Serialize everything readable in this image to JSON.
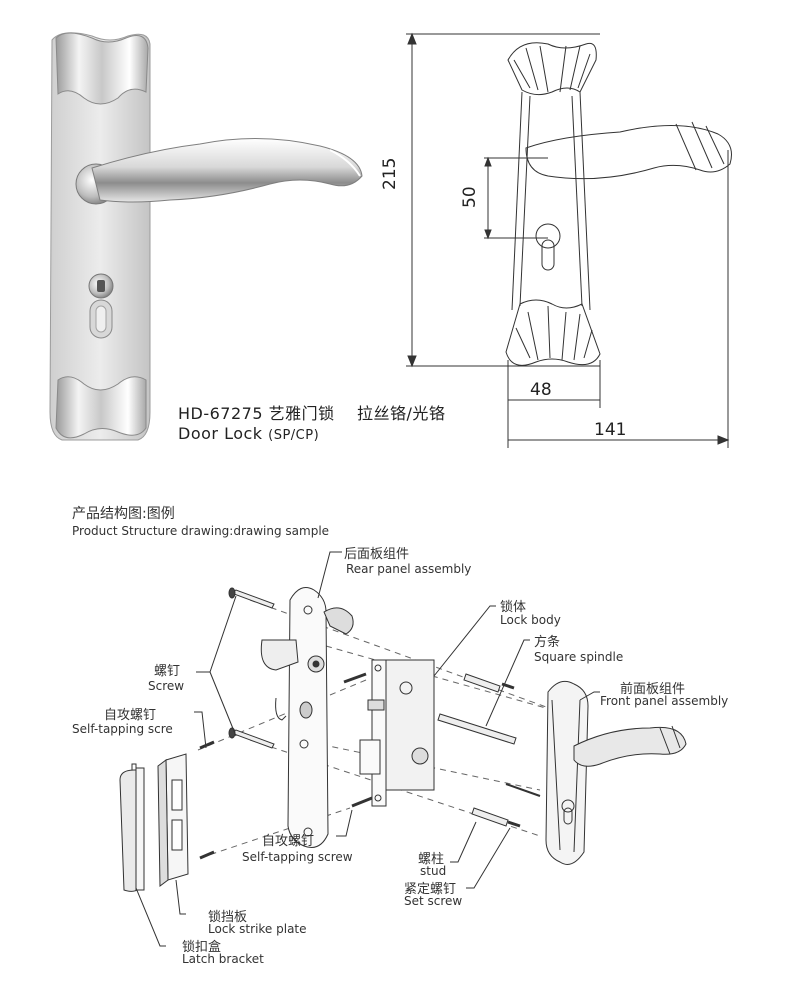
{
  "product": {
    "title_model": "HD-67275",
    "title_cn": "艺雅门锁",
    "title_finish": "拉丝铬/光铬",
    "subtitle": "Door Lock",
    "subtitle_finish": "(SP/CP)"
  },
  "dimensions": {
    "height": "215",
    "handle_offset": "50",
    "plate_width": "48",
    "total_width": "141"
  },
  "structure": {
    "title_cn": "产品结构图:图例",
    "title_en": "Product Structure drawing:drawing sample"
  },
  "parts": {
    "rear_panel": {
      "cn": "后面板组件",
      "en": "Rear panel assembly"
    },
    "lock_body": {
      "cn": "锁体",
      "en": "Lock body"
    },
    "square_spindle": {
      "cn": "方条",
      "en": "Square spindle"
    },
    "front_panel": {
      "cn": "前面板组件",
      "en": "Front panel assembly"
    },
    "screw": {
      "cn": "螺钉",
      "en": "Screw"
    },
    "self_tapping_left": {
      "cn": "自攻螺钉",
      "en": "Self-tapping scre"
    },
    "self_tapping_bottom": {
      "cn": "自攻螺钉",
      "en": "Self-tapping screw"
    },
    "stud": {
      "cn": "螺柱",
      "en": "stud"
    },
    "set_screw": {
      "cn": "紧定螺钉",
      "en": "Set screw"
    },
    "strike_plate": {
      "cn": "锁挡板",
      "en": "Lock strike plate"
    },
    "latch_bracket": {
      "cn": "锁扣盒",
      "en": "Latch bracket"
    }
  }
}
